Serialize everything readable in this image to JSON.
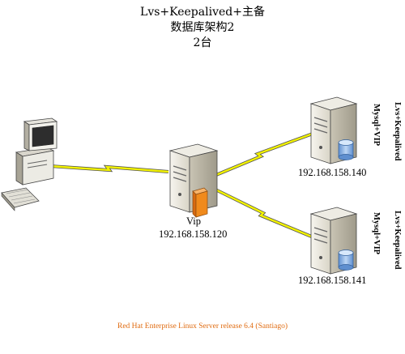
{
  "title": {
    "line1": "Lvs+Keepalived+主备",
    "line2": "数据库架构2",
    "line3": "2台"
  },
  "nodes": {
    "vip": {
      "label": "Vip",
      "ip": "192.168.158.120"
    },
    "server1": {
      "ip": "192.168.158.140",
      "tag_left": "Mysql+VIP",
      "tag_right": "Lvs+Keepalived"
    },
    "server2": {
      "ip": "192.168.158.141",
      "tag_left": "Mysql+VIP",
      "tag_right": "Lvs+Keepalived"
    }
  },
  "footer": {
    "text": "Red Hat Enterprise Linux Server release 6.4 (Santiago)"
  },
  "colors": {
    "link": "#f2f200",
    "link_outline": "#555555",
    "footer": "#e06b10",
    "server_body": "#e9e6dc",
    "db": "#8ab4e6",
    "firewall": "#f08a1c"
  }
}
